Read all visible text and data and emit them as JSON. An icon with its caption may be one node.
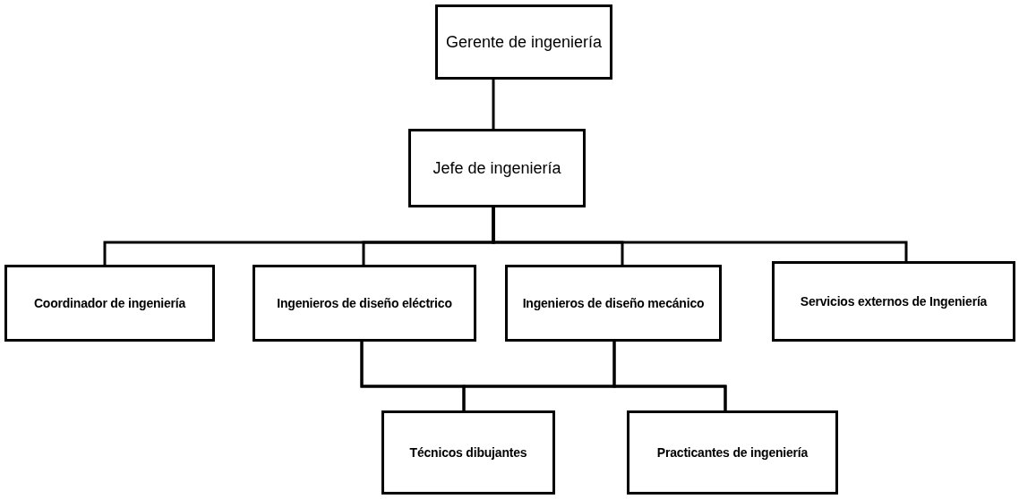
{
  "diagram": {
    "nodes": [
      {
        "text": [
          "Gerente de ingeniería"
        ]
      },
      {
        "text": [
          "Jefe de ingeniería"
        ]
      },
      {
        "text": [
          "Coordinador de ingeniería"
        ]
      },
      {
        "text": [
          "Ingenieros de diseño eléctrico"
        ]
      },
      {
        "text": [
          "Ingenieros de diseño mecánico"
        ]
      },
      {
        "text": [
          "Servicios externos de Ingeniería"
        ]
      },
      {
        "text": [
          "Técnicos dibujantes"
        ]
      },
      {
        "text": [
          "Practicantes de ingeniería"
        ]
      }
    ],
    "edges": [
      {
        "from": 0,
        "to": 1,
        "arrow": "none"
      },
      {
        "from": 1,
        "to": 2,
        "arrow": "none"
      },
      {
        "from": 1,
        "to": 3,
        "arrow": "none"
      },
      {
        "from": 1,
        "to": 4,
        "arrow": "none"
      },
      {
        "from": 1,
        "to": 5,
        "arrow": "none"
      },
      {
        "from": 3,
        "to": 6,
        "arrow": "none"
      },
      {
        "from": 3,
        "to": 7,
        "arrow": "none"
      },
      {
        "from": 4,
        "to": 6,
        "arrow": "none"
      },
      {
        "from": 4,
        "to": 7,
        "arrow": "none"
      }
    ]
  }
}
